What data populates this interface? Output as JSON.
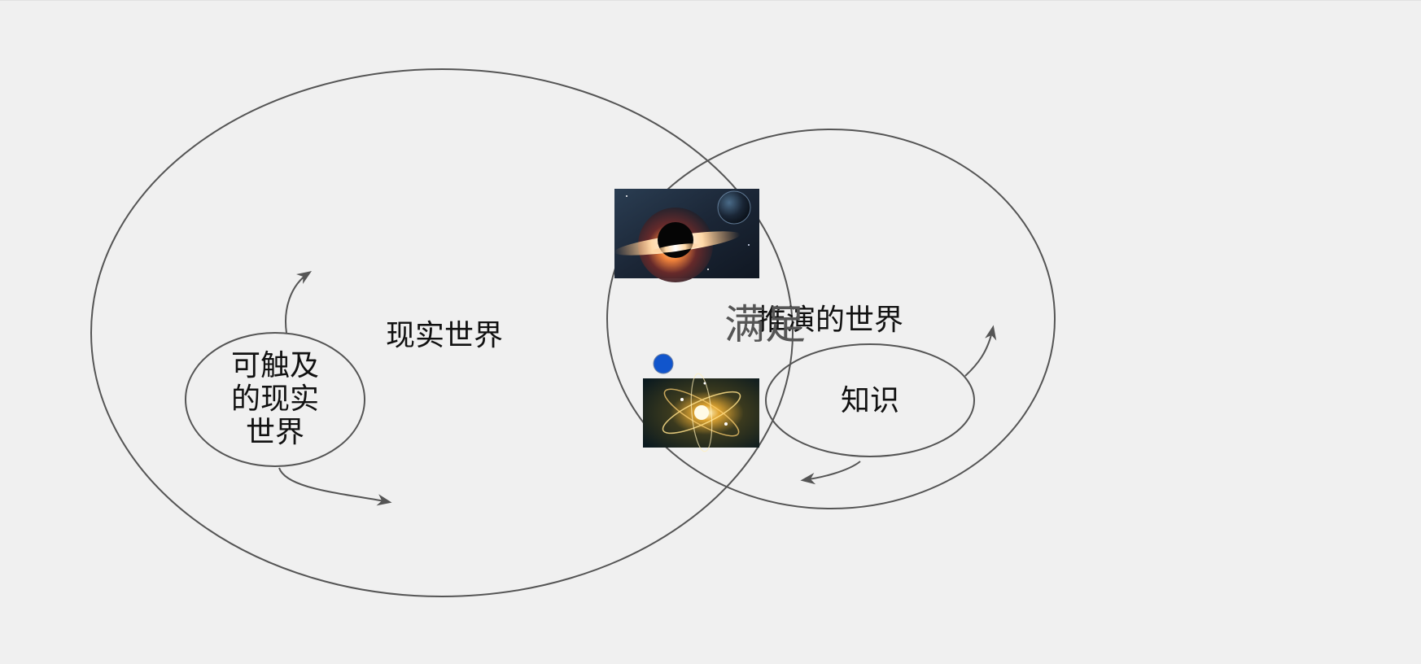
{
  "diagram": {
    "labels": {
      "real_world": "现实世界",
      "tangible_world_line1": "可触及",
      "tangible_world_line2": "的现实",
      "tangible_world_line3": "世界",
      "deduced_world": "推演的世界",
      "knowledge": "知识",
      "satisfy": "满足"
    },
    "images": {
      "black_hole": "black-hole-image",
      "atom": "atom-image"
    },
    "colors": {
      "background": "#f0f0f0",
      "stroke": "#555555",
      "text": "#111111",
      "satisfy_text": "#555555",
      "dot": "#1155cc"
    }
  }
}
